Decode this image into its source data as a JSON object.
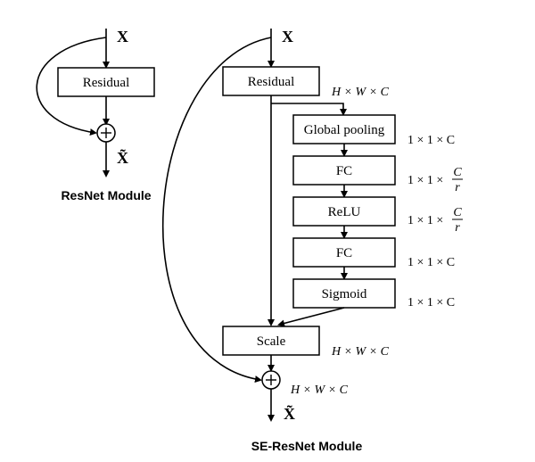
{
  "resnet": {
    "input_label": "X",
    "residual_label": "Residual",
    "output_label": "X̃",
    "caption": "ResNet Module"
  },
  "se_resnet": {
    "input_label": "X",
    "residual_label": "Residual",
    "residual_dims": "H × W × C",
    "global_pooling_label": "Global pooling",
    "global_pooling_dims": "1 × 1 × C",
    "fc1_label": "FC",
    "fc1_dims_prefix": "1 × 1 ×",
    "fc1_dims_num": "C",
    "fc1_dims_den": "r",
    "relu_label": "ReLU",
    "relu_dims_prefix": "1 × 1 ×",
    "relu_dims_num": "C",
    "relu_dims_den": "r",
    "fc2_label": "FC",
    "fc2_dims": "1 × 1 × C",
    "sigmoid_label": "Sigmoid",
    "sigmoid_dims": "1 × 1 × C",
    "scale_label": "Scale",
    "scale_dims": "H × W × C",
    "sum_dims": "H × W × C",
    "output_label": "X̃",
    "caption": "SE-ResNet Module"
  }
}
